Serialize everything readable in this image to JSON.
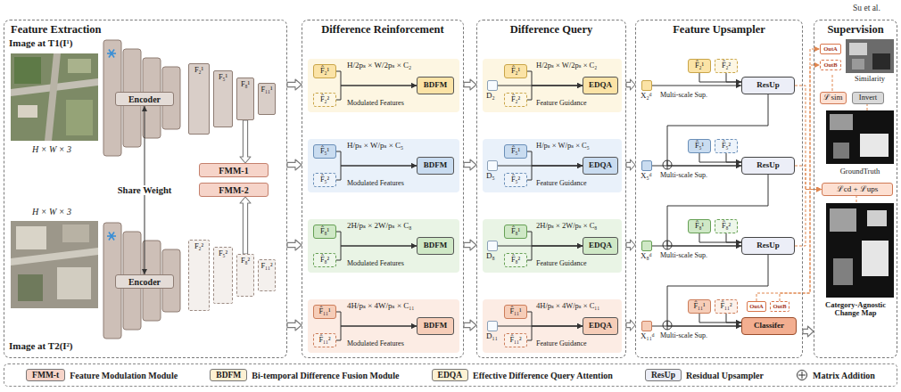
{
  "diagram": {
    "nodes": [
      {
        "text": [
          "Feature Extraction"
        ]
      },
      {
        "text": [
          "Encoder"
        ],
        "in": 0
      },
      {
        "text": [
          "F₂¹"
        ],
        "in": 0
      },
      {
        "text": [
          "F₅¹"
        ],
        "in": 0
      },
      {
        "text": [
          "F₈¹"
        ],
        "in": 0
      },
      {
        "text": [
          "F₁₁¹"
        ],
        "in": 0
      },
      {
        "text": [
          "FMM-1"
        ],
        "in": 0
      },
      {
        "text": [
          "FMM-2"
        ],
        "in": 0
      },
      {
        "text": [
          "Encoder"
        ],
        "in": 0
      },
      {
        "text": [
          "F₂²"
        ],
        "in": 0
      },
      {
        "text": [
          "F₅²"
        ],
        "in": 0
      },
      {
        "text": [
          "F₈²"
        ],
        "in": 0
      },
      {
        "text": [
          "F₁₁²"
        ],
        "in": 0
      },
      {
        "text": [
          "Difference Reinforcement"
        ]
      },
      {
        "text": [
          "H/2pₛ × W/2pₛ × C₂",
          "Modulated Features"
        ],
        "in": 13
      },
      {
        "text": [
          "F̂₂¹"
        ],
        "in": 14
      },
      {
        "text": [
          "F̂₂²"
        ],
        "in": 14
      },
      {
        "text": [
          "BDFM"
        ],
        "in": 14
      },
      {
        "text": [
          "H/pₛ × W/pₛ × C₅",
          "Modulated Features"
        ],
        "in": 13
      },
      {
        "text": [
          "F̂₅¹"
        ],
        "in": 18
      },
      {
        "text": [
          "F̂₅²"
        ],
        "in": 18
      },
      {
        "text": [
          "BDFM"
        ],
        "in": 18
      },
      {
        "text": [
          "2H/pₛ × 2W/pₛ × C₈",
          "Modulated Features"
        ],
        "in": 13
      },
      {
        "text": [
          "F̂₈¹"
        ],
        "in": 22
      },
      {
        "text": [
          "F̂₈²"
        ],
        "in": 22
      },
      {
        "text": [
          "BDFM"
        ],
        "in": 22
      },
      {
        "text": [
          "4H/pₛ × 4W/pₛ × C₁₁",
          "Modulated Features"
        ],
        "in": 13
      },
      {
        "text": [
          "F̂₁₁¹"
        ],
        "in": 26
      },
      {
        "text": [
          "F̂₁₁²"
        ],
        "in": 26
      },
      {
        "text": [
          "BDFM"
        ],
        "in": 26
      },
      {
        "text": [
          "Difference Query"
        ]
      },
      {
        "text": [
          "H/2pₛ × W/2pₛ × C₂",
          "Feature Guidance"
        ],
        "in": 30
      },
      {
        "text": [
          "D₂"
        ],
        "in": 31
      },
      {
        "text": [
          "F̂₂¹"
        ],
        "in": 31
      },
      {
        "text": [
          "F̂₂²"
        ],
        "in": 31
      },
      {
        "text": [
          "EDQA"
        ],
        "in": 31
      },
      {
        "text": [
          "H/pₛ × W/pₛ × C₅",
          "Feature Guidance"
        ],
        "in": 30
      },
      {
        "text": [
          "D₅"
        ],
        "in": 36
      },
      {
        "text": [
          "F̂₅¹"
        ],
        "in": 36
      },
      {
        "text": [
          "F̂₅²"
        ],
        "in": 36
      },
      {
        "text": [
          "EDQA"
        ],
        "in": 36
      },
      {
        "text": [
          "2H/pₛ × 2W/pₛ × C₈",
          "Feature Guidance"
        ],
        "in": 30
      },
      {
        "text": [
          "D₈"
        ],
        "in": 41
      },
      {
        "text": [
          "F̂₈¹"
        ],
        "in": 41
      },
      {
        "text": [
          "F̂₈²"
        ],
        "in": 41
      },
      {
        "text": [
          "EDQA"
        ],
        "in": 41
      },
      {
        "text": [
          "4H/pₛ × 4W/pₛ × C₁₁",
          "Feature Guidance"
        ],
        "in": 30
      },
      {
        "text": [
          "D₁₁"
        ],
        "in": 46
      },
      {
        "text": [
          "F̂₁₁¹"
        ],
        "in": 46
      },
      {
        "text": [
          "F̂₁₁²"
        ],
        "in": 46
      },
      {
        "text": [
          "EDQA"
        ],
        "in": 46
      },
      {
        "text": [
          "Feature Upsampler"
        ]
      },
      {
        "text": [
          "X₂ᵈ"
        ],
        "in": 51
      },
      {
        "text": [
          "F̂₂¹"
        ],
        "in": 51
      },
      {
        "text": [
          "F̂₂²"
        ],
        "in": 51
      },
      {
        "text": [
          "ResUp"
        ],
        "in": 51
      },
      {
        "text": [
          "X₅ᵈ"
        ],
        "in": 51
      },
      {
        "text": [
          "F̂₅¹"
        ],
        "in": 51
      },
      {
        "text": [
          "F̂₅²"
        ],
        "in": 51
      },
      {
        "text": [
          "ResUp"
        ],
        "in": 51
      },
      {
        "text": [
          "X₈ᵈ"
        ],
        "in": 51
      },
      {
        "text": [
          "F̂₈¹"
        ],
        "in": 51
      },
      {
        "text": [
          "F̂₈²"
        ],
        "in": 51
      },
      {
        "text": [
          "ResUp"
        ],
        "in": 51
      },
      {
        "text": [
          "X₁₁ᵈ"
        ],
        "in": 51
      },
      {
        "text": [
          "F̂₁₁¹"
        ],
        "in": 51
      },
      {
        "text": [
          "F̂₁₁²"
        ],
        "in": 51
      },
      {
        "text": [
          "OutA"
        ],
        "in": 51
      },
      {
        "text": [
          "OutB"
        ],
        "in": 51
      },
      {
        "text": [
          "Classifer"
        ],
        "in": 51
      },
      {
        "text": [
          "Supervision"
        ]
      },
      {
        "text": [
          "OutA"
        ],
        "in": 70
      },
      {
        "text": [
          "OutB"
        ],
        "in": 70
      },
      {
        "text": [
          "ℒsim"
        ],
        "in": 70
      },
      {
        "text": [
          "Invert"
        ],
        "in": 70
      },
      {
        "text": [
          "ℒcd + ℒups"
        ],
        "in": 70
      }
    ],
    "edges": [
      {
        "from": 0,
        "to": 13,
        "arrow": "to"
      },
      {
        "from": 0,
        "to": 13,
        "arrow": "to"
      },
      {
        "from": 0,
        "to": 13,
        "arrow": "to"
      },
      {
        "from": 0,
        "to": 13,
        "arrow": "to"
      },
      {
        "from": 13,
        "to": 30,
        "arrow": "to"
      },
      {
        "from": 13,
        "to": 30,
        "arrow": "to"
      },
      {
        "from": 13,
        "to": 30,
        "arrow": "to"
      },
      {
        "from": 13,
        "to": 30,
        "arrow": "to"
      },
      {
        "from": 30,
        "to": 51,
        "arrow": "to"
      },
      {
        "from": 30,
        "to": 51,
        "arrow": "to"
      },
      {
        "from": 30,
        "to": 51,
        "arrow": "to"
      },
      {
        "from": 30,
        "to": 51,
        "arrow": "to"
      },
      {
        "from": 51,
        "to": 70,
        "arrow": "to"
      },
      {
        "from": 1,
        "to": 8,
        "arrow": "both",
        "label": "Share Weight"
      },
      {
        "from": 4,
        "to": 6,
        "arrow": "to"
      },
      {
        "from": 11,
        "to": 7,
        "arrow": "to"
      },
      {
        "from": 15,
        "to": 17,
        "arrow": "to"
      },
      {
        "from": 16,
        "to": 17,
        "arrow": "to"
      },
      {
        "from": 19,
        "to": 21,
        "arrow": "to"
      },
      {
        "from": 20,
        "to": 21,
        "arrow": "to"
      },
      {
        "from": 23,
        "to": 25,
        "arrow": "to"
      },
      {
        "from": 24,
        "to": 25,
        "arrow": "to"
      },
      {
        "from": 27,
        "to": 29,
        "arrow": "to"
      },
      {
        "from": 28,
        "to": 29,
        "arrow": "to"
      },
      {
        "from": 32,
        "to": 35,
        "arrow": "to"
      },
      {
        "from": 33,
        "to": 35,
        "arrow": "to"
      },
      {
        "from": 34,
        "to": 35,
        "arrow": "to"
      },
      {
        "from": 37,
        "to": 40,
        "arrow": "to"
      },
      {
        "from": 38,
        "to": 40,
        "arrow": "to"
      },
      {
        "from": 39,
        "to": 40,
        "arrow": "to"
      },
      {
        "from": 42,
        "to": 45,
        "arrow": "to"
      },
      {
        "from": 43,
        "to": 45,
        "arrow": "to"
      },
      {
        "from": 44,
        "to": 45,
        "arrow": "to"
      },
      {
        "from": 47,
        "to": 50,
        "arrow": "to"
      },
      {
        "from": 48,
        "to": 50,
        "arrow": "to"
      },
      {
        "from": 49,
        "to": 50,
        "arrow": "to"
      },
      {
        "from": 52,
        "to": 55,
        "arrow": "to"
      },
      {
        "from": 53,
        "to": 55,
        "arrow": "to"
      },
      {
        "from": 54,
        "to": 55,
        "arrow": "to"
      },
      {
        "from": 56,
        "to": 59,
        "arrow": "to"
      },
      {
        "from": 57,
        "to": 59,
        "arrow": "to"
      },
      {
        "from": 58,
        "to": 59,
        "arrow": "to"
      },
      {
        "from": 55,
        "to": 59,
        "arrow": "to"
      },
      {
        "from": 60,
        "to": 63,
        "arrow": "to"
      },
      {
        "from": 61,
        "to": 63,
        "arrow": "to"
      },
      {
        "from": 62,
        "to": 63,
        "arrow": "to"
      },
      {
        "from": 59,
        "to": 63,
        "arrow": "to"
      },
      {
        "from": 64,
        "to": 69,
        "arrow": "to"
      },
      {
        "from": 65,
        "to": 69,
        "arrow": "to"
      },
      {
        "from": 66,
        "to": 69,
        "arrow": "to"
      },
      {
        "from": 63,
        "to": 69,
        "arrow": "to"
      },
      {
        "from": 55,
        "to": 75,
        "arrow": "to"
      },
      {
        "from": 59,
        "to": 75,
        "arrow": "to"
      },
      {
        "from": 63,
        "to": 75,
        "arrow": "to"
      },
      {
        "from": 67,
        "to": 71,
        "arrow": "to"
      },
      {
        "from": 68,
        "to": 72,
        "arrow": "to"
      }
    ],
    "labels": [
      "Su et al.",
      "Image at T1(I¹)",
      "H × W × 3",
      "H × W × 3",
      "Image at T2(I²)",
      "Multi-scale Sup.",
      "Multi-scale Sup.",
      "Multi-scale Sup.",
      "Multi-scale Sup.",
      "Similarity",
      "GroundTruth",
      "Category-Agnostic Change Map",
      "FMM-t",
      "BDFM",
      "EDQA",
      "ResUp"
    ],
    "legend": [
      {
        "text": "Feature Modulation Module",
        "color": "#f6d4c9"
      },
      {
        "text": "Bi-temporal Difference Fusion Module",
        "color": "#fdf1d3"
      },
      {
        "text": "Effective Difference Query Attention",
        "color": "#fdf1d3"
      },
      {
        "text": "Residual Upsampler",
        "color": "#eceef7"
      },
      {
        "text": "Matrix Addition"
      }
    ]
  }
}
